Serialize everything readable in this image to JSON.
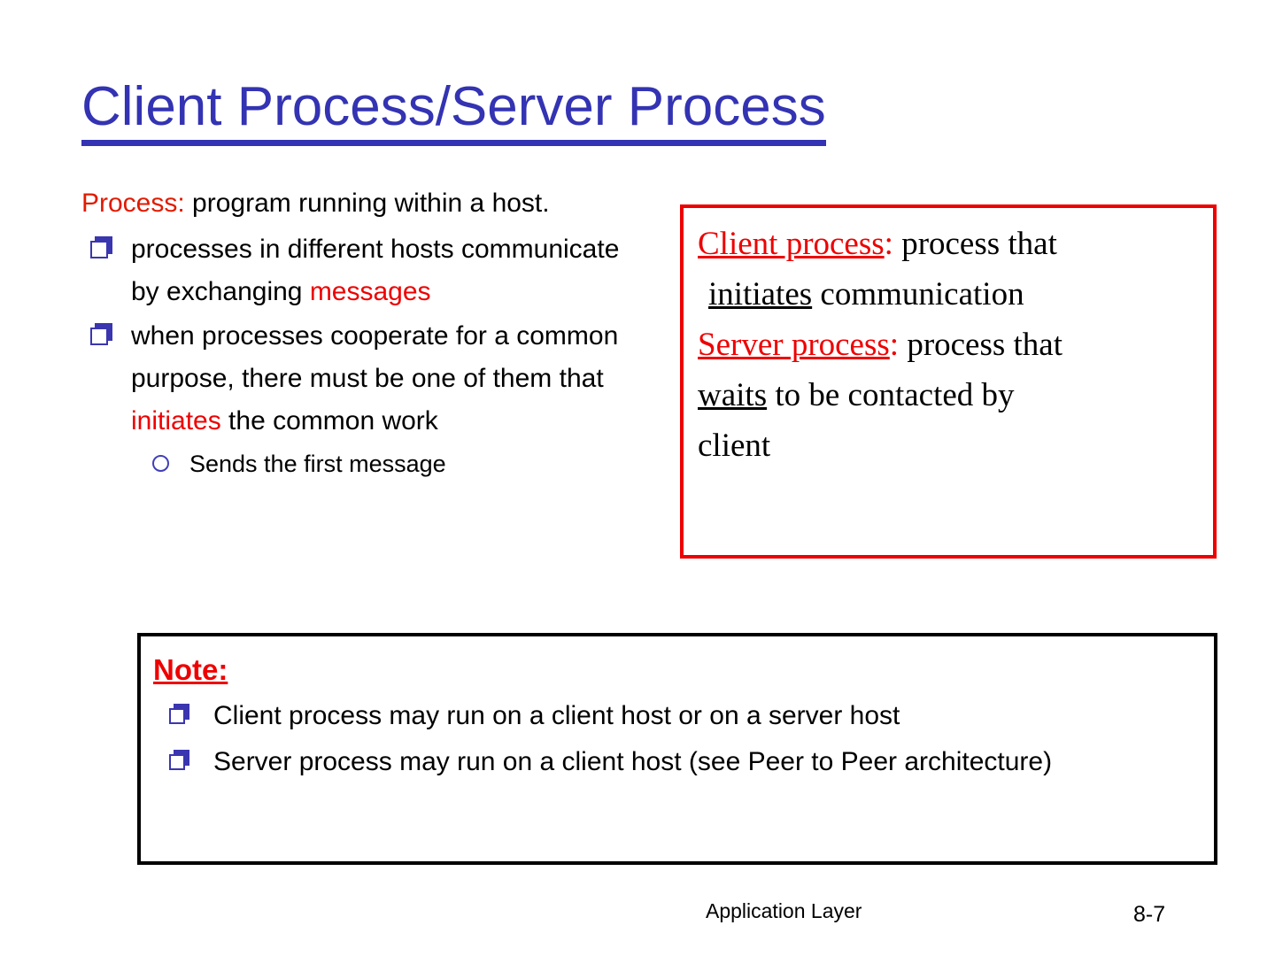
{
  "slide": {
    "title": "Client Process/Server  Process",
    "title_color": "#3333b3",
    "accent_red": "#ee0000",
    "bullet_blue": "#3a36b0"
  },
  "left_column": {
    "lead": {
      "label": "Process:",
      "label_color": "#e01b00",
      "text": " program running within a host."
    },
    "bullets": [
      {
        "icon": "square-shadow-bullet",
        "parts": [
          {
            "text": "processes in different hosts communicate by exchanging ",
            "color": "black"
          },
          {
            "text": "messages",
            "color": "#ee0000"
          }
        ],
        "plain": "processes in different hosts communicate by exchanging messages"
      },
      {
        "icon": "square-shadow-bullet",
        "parts": [
          {
            "text": "when processes cooperate for a common purpose, there must be one of them that ",
            "color": "black"
          },
          {
            "text": "initiates",
            "color": "#ee0000"
          },
          {
            "text": " the common work",
            "color": "black"
          }
        ],
        "plain": "when processes cooperate for a common purpose, there must be one of them that initiates the common work"
      }
    ],
    "sub_bullet": {
      "icon": "circle-outline-bullet",
      "text": "Sends the first message"
    }
  },
  "definition_box": {
    "border_color": "#ee0000",
    "lines": [
      {
        "term": "Client process",
        "term_color": "#ee0000",
        "term_underline": true,
        "separator": ":",
        "rest": " process that"
      },
      {
        "emph": "initiates",
        "emph_underline": true,
        "rest": " communication"
      },
      {
        "term": "Server process",
        "term_color": "#ee0000",
        "term_underline": true,
        "separator": ":",
        "rest": " process that"
      },
      {
        "emph": "waits",
        "emph_underline": true,
        "rest": " to be contacted by"
      },
      {
        "rest": "client"
      }
    ]
  },
  "note_box": {
    "border_color": "#000000",
    "title": "Note:",
    "title_color": "#ee0000",
    "bullets": [
      {
        "icon": "square-shadow-bullet",
        "text": "Client process may run on a client host or on a server host"
      },
      {
        "icon": "square-shadow-bullet",
        "text": "Server process may run on a client host (see Peer to Peer architecture)"
      }
    ]
  },
  "footer": {
    "label": "Application Layer",
    "page": "8-7"
  }
}
